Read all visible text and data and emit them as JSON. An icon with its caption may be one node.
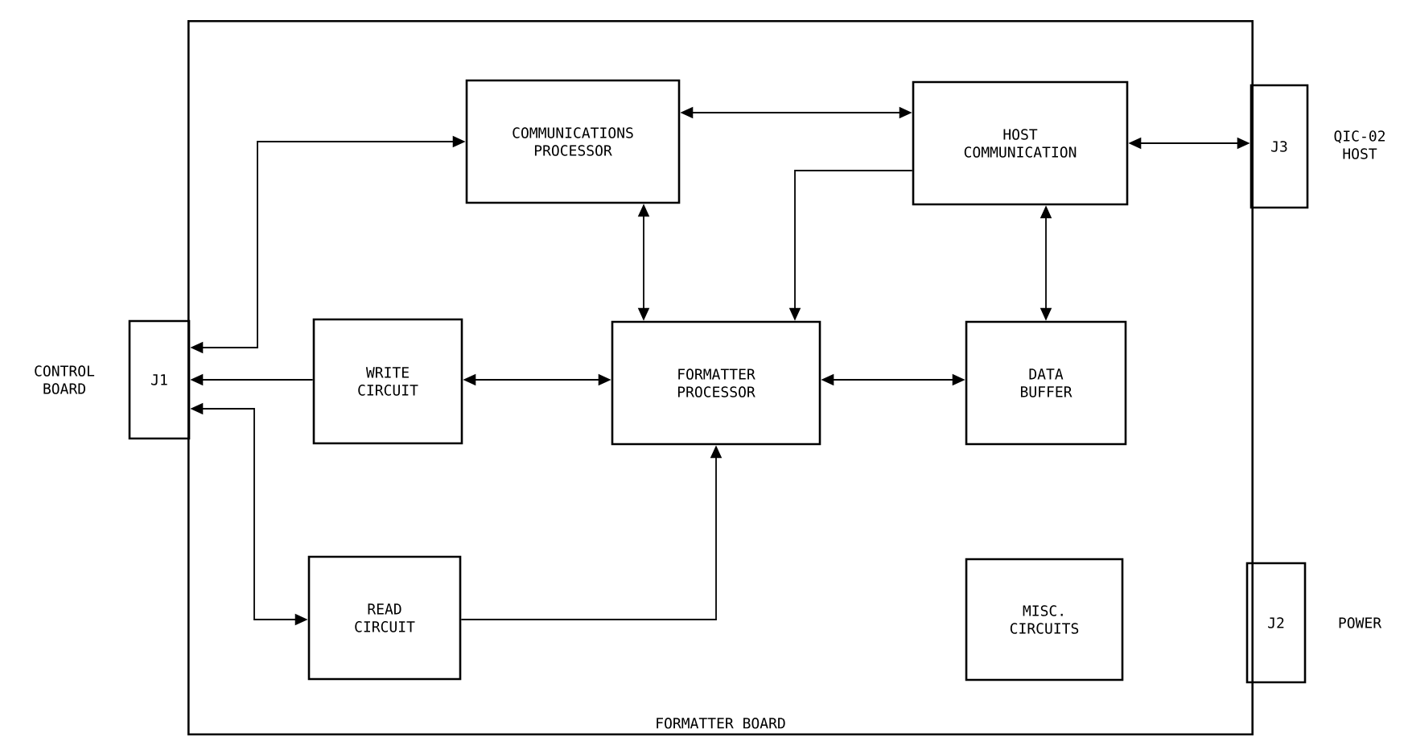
{
  "diagram": {
    "nodes": [
      {
        "text": [
          "FORMATTER BOARD"
        ]
      },
      {
        "text": [
          "COMMUNICATIONS PROCESSOR"
        ],
        "in": 0
      },
      {
        "text": [
          "HOST COMMUNICATION"
        ],
        "in": 0
      },
      {
        "text": [
          "J3"
        ],
        "beside": [
          "QIC-02 HOST"
        ]
      },
      {
        "text": [
          "J1"
        ],
        "beside": [
          "CONTROL BOARD"
        ]
      },
      {
        "text": [
          "WRITE CIRCUIT"
        ],
        "in": 0
      },
      {
        "text": [
          "FORMATTER PROCESSOR"
        ],
        "in": 0
      },
      {
        "text": [
          "DATA BUFFER"
        ],
        "in": 0
      },
      {
        "text": [
          "READ CIRCUIT"
        ],
        "in": 0
      },
      {
        "text": [
          "MISC. CIRCUITS"
        ],
        "in": 0
      },
      {
        "text": [
          "J2"
        ],
        "beside": [
          "POWER"
        ]
      }
    ],
    "edges": [
      {
        "from": 4,
        "to": 1,
        "arrow": "both"
      },
      {
        "from": 1,
        "to": 2,
        "arrow": "both"
      },
      {
        "from": 2,
        "to": 3,
        "arrow": "both"
      },
      {
        "from": 5,
        "to": 4,
        "arrow": "to"
      },
      {
        "from": 4,
        "to": 8,
        "arrow": "both"
      },
      {
        "from": 5,
        "to": 6,
        "arrow": "both"
      },
      {
        "from": 1,
        "to": 6,
        "arrow": "both"
      },
      {
        "from": 2,
        "to": 6,
        "arrow": "to"
      },
      {
        "from": 2,
        "to": 7,
        "arrow": "both"
      },
      {
        "from": 6,
        "to": 7,
        "arrow": "both"
      },
      {
        "from": 8,
        "to": 6,
        "arrow": "to"
      }
    ]
  }
}
